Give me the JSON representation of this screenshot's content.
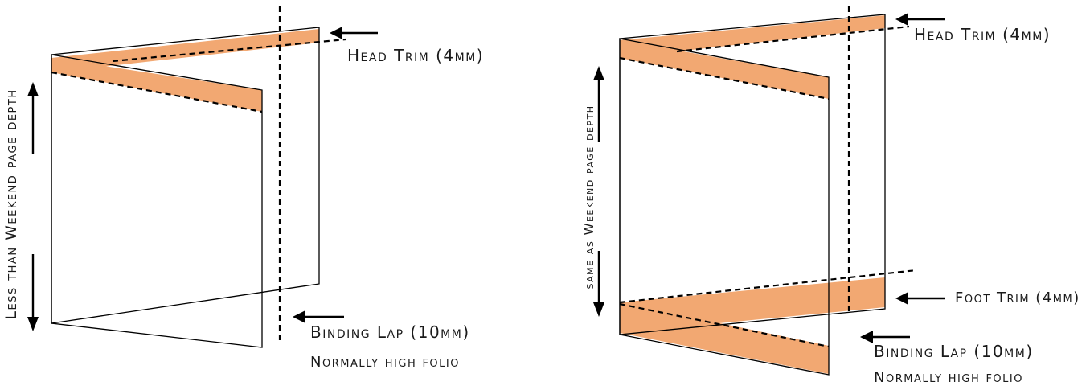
{
  "colors": {
    "trim_fill": "#f2a872",
    "line": "#000000",
    "text": "#1a1a1a"
  },
  "left_diagram": {
    "head_trim_label": "Head Trim (4mm)",
    "binding_lap_label": "Binding Lap (10mm)",
    "binding_lap_note": "Normally high folio",
    "depth_label": "Less than Weekend page depth"
  },
  "right_diagram": {
    "head_trim_label": "Head Trim (4mm)",
    "foot_trim_label": "Foot Trim (4mm)",
    "binding_lap_label": "Binding Lap (10mm)",
    "binding_lap_note": "Normally high folio",
    "depth_label": "same as Weekend page depth"
  }
}
